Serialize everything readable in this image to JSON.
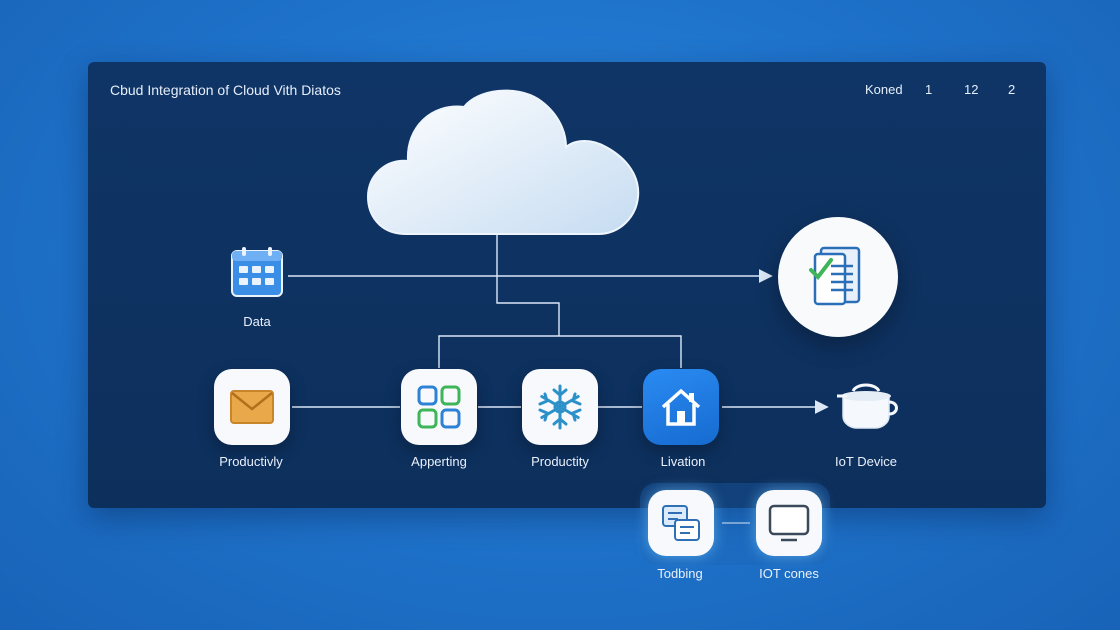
{
  "header": {
    "title": "Cbud Integration of Cloud Vith Diatos",
    "pager": [
      "Koned",
      "1",
      "12",
      "2"
    ]
  },
  "nodes": {
    "data": {
      "label": "Data",
      "icon": "calendar-icon"
    },
    "mail": {
      "label": "Productivly",
      "icon": "envelope-icon"
    },
    "apps": {
      "label": "Apperting",
      "icon": "apps-grid-icon"
    },
    "flake": {
      "label": "Productity",
      "icon": "snowflake-icon"
    },
    "home": {
      "label": "Livation",
      "icon": "home-icon"
    },
    "iot": {
      "label": "IoT Device",
      "icon": "pot-icon"
    },
    "doc": {
      "icon": "document-check-icon"
    },
    "todo": {
      "label": "Todbing",
      "icon": "chat-documents-icon"
    },
    "cones": {
      "label": "IOT cones",
      "icon": "monitor-icon"
    }
  },
  "colors": {
    "panel": "#0f3566",
    "background": "#1f74cc",
    "line": "#dce8f8",
    "accent": "#166bd0"
  }
}
